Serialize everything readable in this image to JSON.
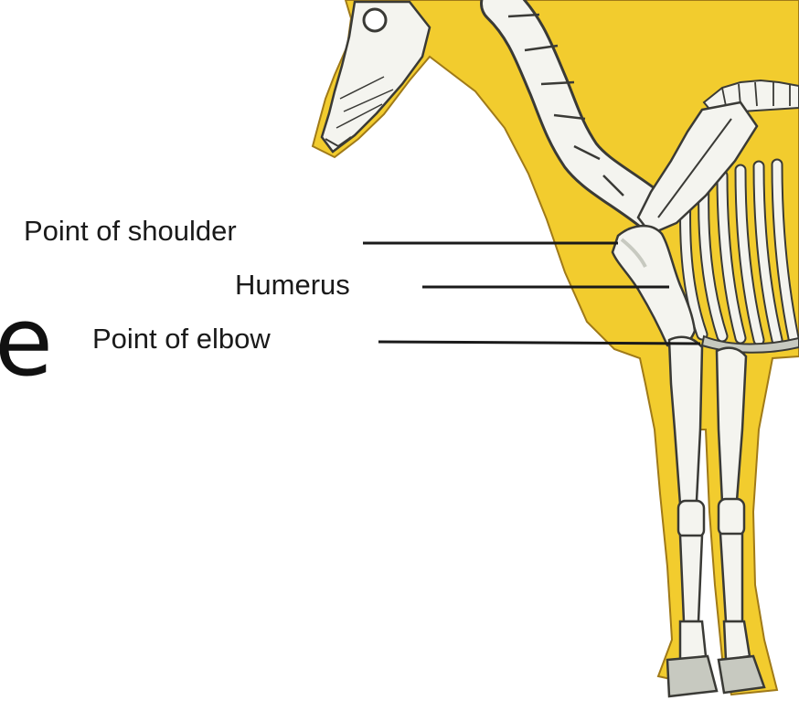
{
  "diagram": {
    "labels": {
      "point_of_shoulder": "Point of shoulder",
      "humerus": "Humerus",
      "point_of_elbow": "Point of elbow"
    },
    "edge_glyph": "e"
  },
  "colors": {
    "body": "#f2cc2e",
    "body_outline": "#a07a18",
    "bone": "#f4f4ef",
    "bone_shade": "#c7c9c0",
    "bone_outline": "#3a3a36",
    "leader_line": "#1a1a1a",
    "background": "#ffffff"
  }
}
